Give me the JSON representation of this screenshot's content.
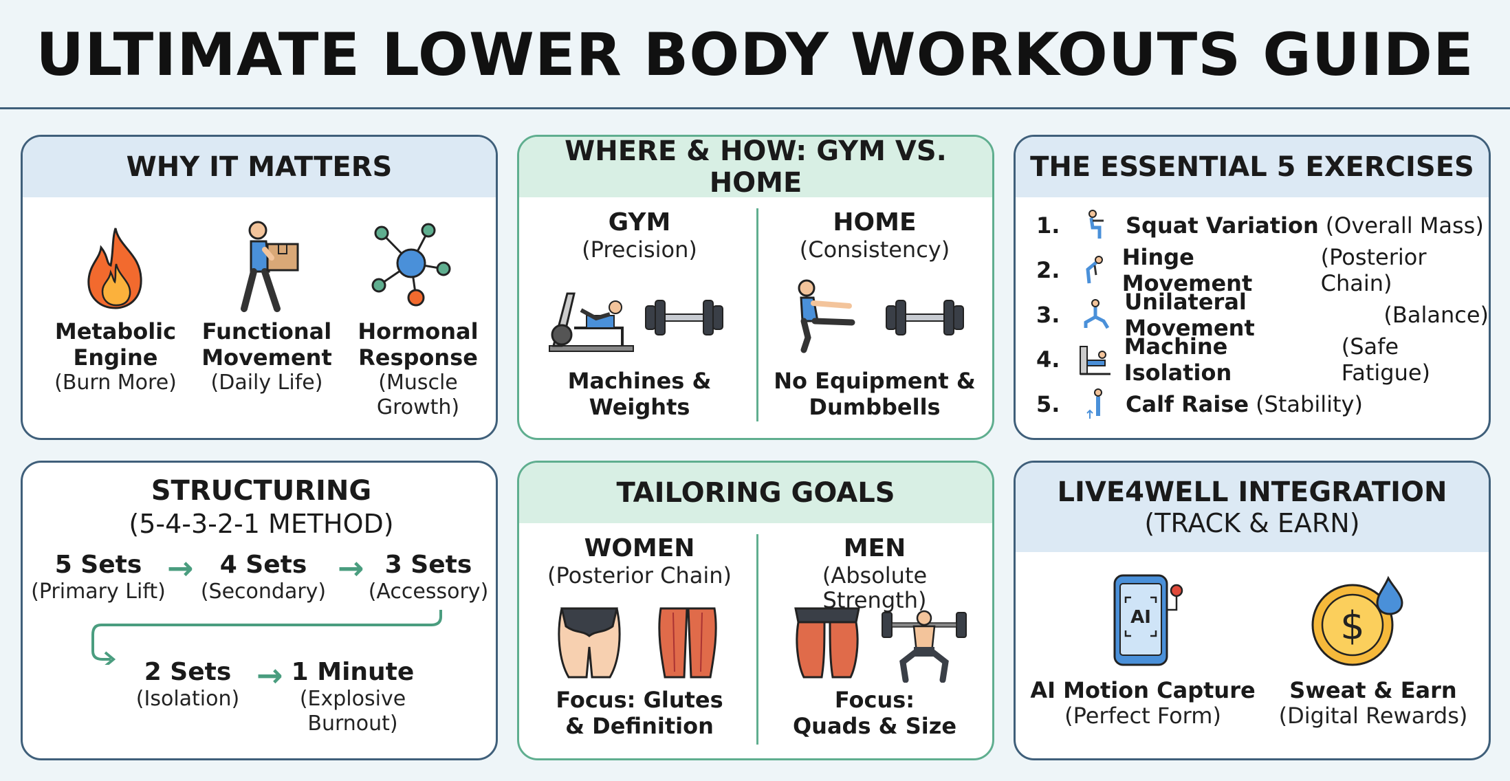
{
  "title": "ULTIMATE LOWER BODY WORKOUTS GUIDE",
  "colors": {
    "navy_border": "#3f5f7a",
    "green_border": "#5fae8f",
    "blue_header": "#dce9f4",
    "green_header": "#d8efe4",
    "arrow_green": "#4a9d7f"
  },
  "why": {
    "heading": "WHY IT MATTERS",
    "items": [
      {
        "icon": "flame-icon",
        "title_1": "Metabolic",
        "title_2": "Engine",
        "sub": "(Burn More)"
      },
      {
        "icon": "person-carrying-box-icon",
        "title_1": "Functional",
        "title_2": "Movement",
        "sub": "(Daily Life)"
      },
      {
        "icon": "molecule-icon",
        "title_1": "Hormonal",
        "title_2": "Response",
        "sub": "(Muscle Growth)"
      }
    ]
  },
  "where": {
    "heading": "WHERE & HOW: GYM VS. HOME",
    "gym": {
      "title": "GYM",
      "sub": "(Precision)",
      "cap_1": "Machines &",
      "cap_2": "Weights",
      "icons": [
        "leg-press-machine-icon",
        "dumbbell-icon"
      ]
    },
    "home": {
      "title": "HOME",
      "sub": "(Consistency)",
      "cap_1": "No Equipment &",
      "cap_2": "Dumbbells",
      "icons": [
        "pistol-squat-person-icon",
        "dumbbell-icon"
      ]
    }
  },
  "essential": {
    "heading": "THE ESSENTIAL 5 EXERCISES",
    "items": [
      {
        "num": "1.",
        "icon": "squat-icon",
        "name": "Squat Variation",
        "note": "(Overall Mass)"
      },
      {
        "num": "2.",
        "icon": "hinge-icon",
        "name": "Hinge Movement",
        "note": "(Posterior Chain)"
      },
      {
        "num": "3.",
        "icon": "lunge-icon",
        "name": "Unilateral Movement",
        "note": "(Balance)"
      },
      {
        "num": "4.",
        "icon": "machine-icon",
        "name": "Machine Isolation",
        "note": "(Safe Fatigue)"
      },
      {
        "num": "5.",
        "icon": "calf-raise-icon",
        "name": "Calf Raise",
        "note": "(Stability)"
      }
    ]
  },
  "structuring": {
    "heading_1": "STRUCTURING",
    "heading_2": "(5-4-3-2-1 METHOD)",
    "steps": [
      {
        "title": "5 Sets",
        "sub_1": "(Primary Lift)",
        "sub_2": ""
      },
      {
        "title": "4 Sets",
        "sub_1": "(Secondary)",
        "sub_2": ""
      },
      {
        "title": "3 Sets",
        "sub_1": "(Accessory)",
        "sub_2": ""
      },
      {
        "title": "2 Sets",
        "sub_1": "(Isolation)",
        "sub_2": ""
      },
      {
        "title": "1 Minute",
        "sub_1": "(Explosive",
        "sub_2": "Burnout)"
      }
    ],
    "arrow": "→"
  },
  "tailoring": {
    "heading": "TAILORING GOALS",
    "women": {
      "title": "WOMEN",
      "sub": "(Posterior Chain)",
      "cap_1": "Focus: Glutes",
      "cap_2": "& Definition",
      "icons": [
        "glutes-icon",
        "hamstrings-icon"
      ]
    },
    "men": {
      "title": "MEN",
      "sub": "(Absolute Strength)",
      "cap_1": "Focus:",
      "cap_2": "Quads & Size",
      "icons": [
        "quads-icon",
        "barbell-squat-icon"
      ]
    }
  },
  "live4well": {
    "heading_1": "LIVE4WELL INTEGRATION",
    "heading_2": "(TRACK & EARN)",
    "items": [
      {
        "icon": "ai-phone-icon",
        "title": "AI Motion Capture",
        "sub": "(Perfect Form)",
        "phone_text": "AI"
      },
      {
        "icon": "dollar-coin-icon",
        "title": "Sweat & Earn",
        "sub": "(Digital Rewards)",
        "coin_text": "$"
      }
    ]
  }
}
